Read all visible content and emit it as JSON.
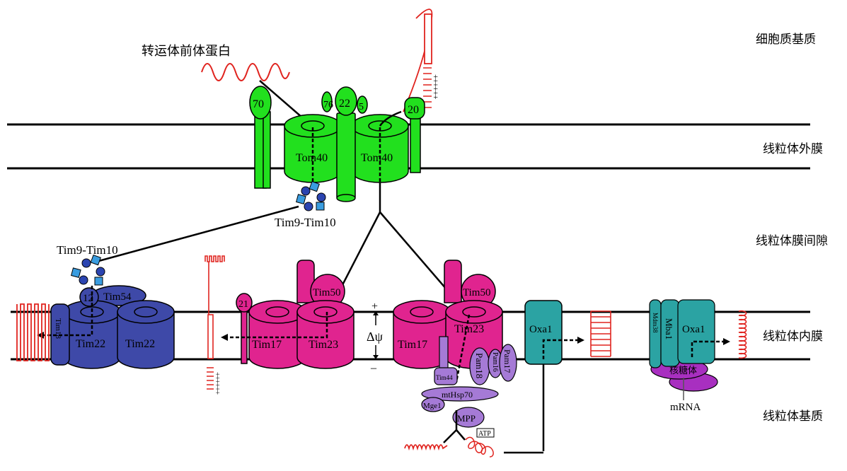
{
  "regions": {
    "cytosol": "细胞质基质",
    "outer_membrane": "线粒体外膜",
    "intermembrane_space": "线粒体膜间隙",
    "inner_membrane": "线粒体内膜",
    "matrix": "线粒体基质"
  },
  "labels": {
    "precursor": "转运体前体蛋白",
    "tom70": "70",
    "tom7": "7",
    "tom6": "6",
    "tom22": "22",
    "tom5": "5",
    "tom20": "20",
    "tom40_left": "Tom40",
    "tom40_right": "Tom40",
    "tim9_10_upper": "Tim9-Tim10",
    "tim9_10_left": "Tim9-Tim10",
    "tim12": "12",
    "tim54": "Tim54",
    "tim18": "Tim18",
    "tim22_left": "Tim22",
    "tim22_right": "Tim22",
    "tim21": "21",
    "tim17_a": "Tim17",
    "tim23_a": "Tim23",
    "tim50_a": "Tim50",
    "plus": "+",
    "delta_psi": "Δψ",
    "minus": "–",
    "tim17_b": "Tim17",
    "tim23_b": "Tim23",
    "tim50_b": "Tim50",
    "tim44": "Tim44",
    "pam18": "Pam18",
    "pam16": "Pam16",
    "pam17": "Pam17",
    "mthsp70": "mtHsp70",
    "mge1": "Mge1",
    "mpp": "MPP",
    "atp": "ATP",
    "oxa1_a": "Oxa1",
    "mdm38": "Mdm38",
    "mba1": "Mba1",
    "oxa1_b": "Oxa1",
    "ribosome": "核糖体",
    "mrna": "mRNA",
    "charges": "++++++"
  },
  "colors": {
    "tom": "#22e01e",
    "tim22": "#3e49a8",
    "tim23": "#e0248f",
    "pam": "#a57ad6",
    "oxa": "#2ba3a3",
    "substrate": "#e0241f",
    "chaperone": "#3a9de0",
    "chaperone_dark": "#2b44b0"
  }
}
